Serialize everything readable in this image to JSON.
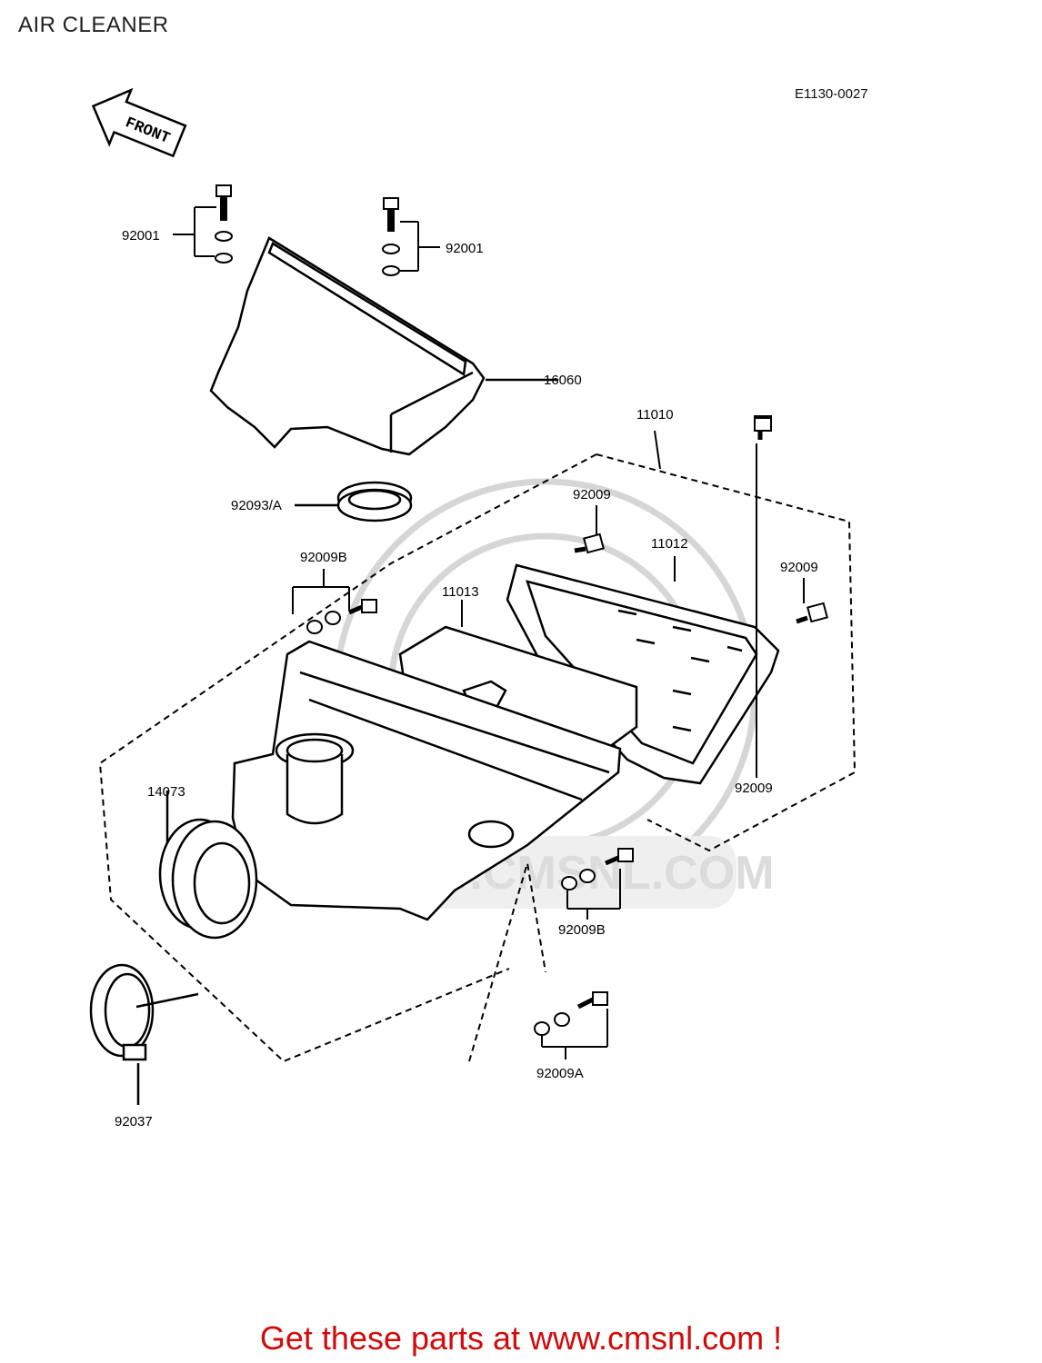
{
  "page": {
    "title": "AIR CLEANER",
    "diagram_code": "E1130-0027",
    "front_marker": "FRONT",
    "footer_link": "Get these parts at www.cmsnl.com !",
    "footer_color": "#d10a0a",
    "watermark_text": "WWW.CMSNL.COM"
  },
  "parts": {
    "p92001_left": "92001",
    "p92001_right": "92001",
    "p16060": "16060",
    "p11010": "11010",
    "p92093a": "92093/A",
    "p92009_top": "92009",
    "p11012": "11012",
    "p92009b_top": "92009B",
    "p11013": "11013",
    "p92009_right": "92009",
    "p92009_lower": "92009",
    "p14073": "14073",
    "p92009b_lower": "92009B",
    "p92009a": "92009A",
    "p92037": "92037"
  }
}
